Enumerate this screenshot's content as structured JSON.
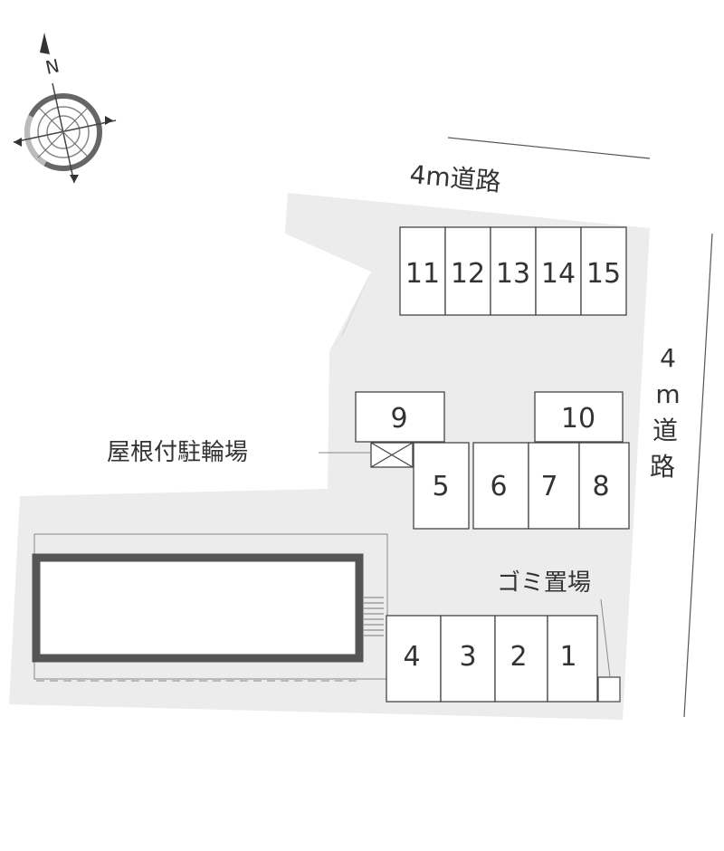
{
  "roads": {
    "north_label": "4m道路",
    "east_label_lines": [
      "4",
      "m",
      "道",
      "路"
    ]
  },
  "compass": {
    "north_letter": "N"
  },
  "parking": {
    "row_top": [
      "11",
      "12",
      "13",
      "14",
      "15"
    ],
    "single_9": "9",
    "single_10": "10",
    "row_middle": [
      "5",
      "6",
      "7",
      "8"
    ],
    "row_bottom": [
      "4",
      "3",
      "2",
      "1"
    ]
  },
  "annotations": {
    "bicycle_parking": "屋根付駐輪場",
    "garbage": "ゴミ置場"
  },
  "colors": {
    "lot_fill": "#ececec",
    "building_outline": "#555555",
    "line": "#444444"
  }
}
